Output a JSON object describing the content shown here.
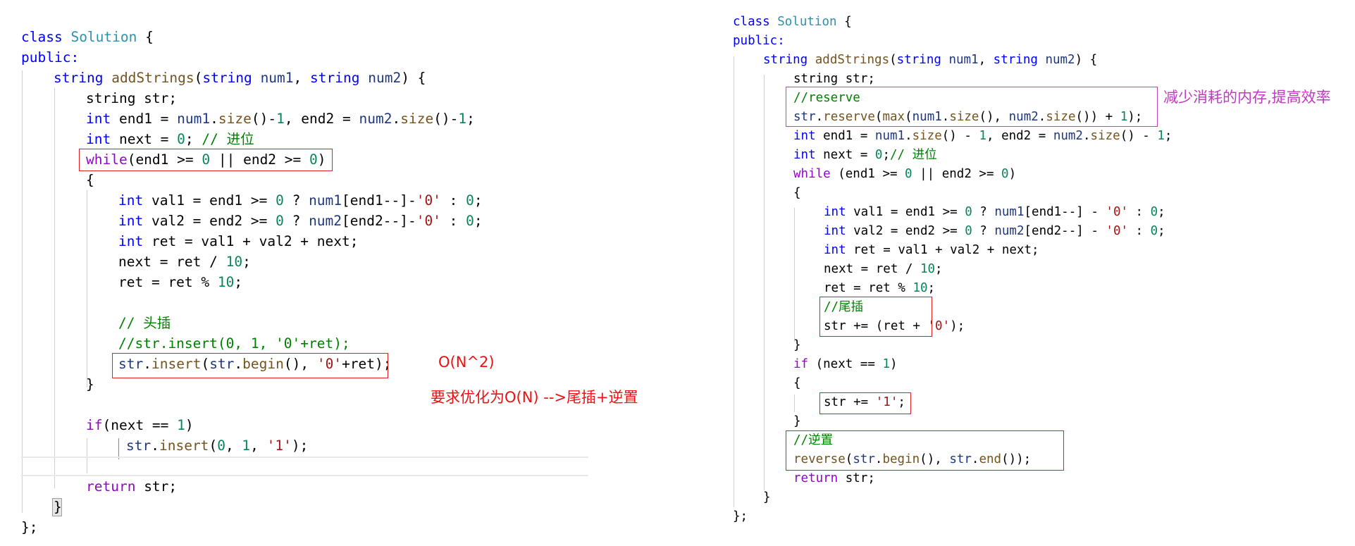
{
  "left_code": {
    "line1": {
      "kw": "class",
      "cls": "Solution",
      "rest": " {"
    },
    "line2": {
      "kw": "public:"
    },
    "line3": {
      "t1": "string",
      "fn": "addStrings",
      "p1t": "string",
      "p1": "num1",
      "p2t": "string",
      "p2": "num2",
      "rest": ") {"
    },
    "line4": {
      "text": "string str;"
    },
    "line5": {
      "kw": "int",
      "a": " end1 = ",
      "v1": "num1",
      "f1": "size",
      "b": "()-",
      "n1": "1",
      "c": ", end2 = ",
      "v2": "num2",
      "f2": "size",
      "d": "()-",
      "n2": "1",
      "e": ";"
    },
    "line6": {
      "kw": "int",
      "a": " next = ",
      "n": "0",
      "b": "; ",
      "cmt": "// 进位"
    },
    "line7": {
      "kw": "while",
      "a": "(end1 >= ",
      "n1": "0",
      "b": " || end2 >= ",
      "n2": "0",
      "c": ")"
    },
    "line8": {
      "text": "{"
    },
    "line9": {
      "kw": "int",
      "a": " val1 = end1 >= ",
      "n1": "0",
      "b": " ? ",
      "v": "num1",
      "c": "[end1--]-",
      "s": "'0'",
      "d": " : ",
      "n2": "0",
      "e": ";"
    },
    "line10": {
      "kw": "int",
      "a": " val2 = end2 >= ",
      "n1": "0",
      "b": " ? ",
      "v": "num2",
      "c": "[end2--]-",
      "s": "'0'",
      "d": " : ",
      "n2": "0",
      "e": ";"
    },
    "line11": {
      "kw": "int",
      "a": " ret = val1 + val2 + next;"
    },
    "line12": {
      "a": "next = ret / ",
      "n": "10",
      "b": ";"
    },
    "line13": {
      "a": "ret = ret % ",
      "n": "10",
      "b": ";"
    },
    "line14": {
      "cmt": "// 头插"
    },
    "line15": {
      "cmt": "//str.insert(0, 1, '0'+ret);"
    },
    "line16": {
      "v1": "str",
      "a": ".",
      "f1": "insert",
      "b": "(",
      "v2": "str",
      "c": ".",
      "f2": "begin",
      "d": "(), ",
      "s": "'0'",
      "e": "+ret);"
    },
    "line17": {
      "text": "}"
    },
    "line18": {
      "kw": "if",
      "a": "(next == ",
      "n": "1",
      "b": ")"
    },
    "line19": {
      "v": "str",
      "a": ".",
      "f": "insert",
      "b": "(",
      "n1": "0",
      "c": ", ",
      "n2": "1",
      "d": ", ",
      "s": "'1'",
      "e": ");"
    },
    "line20": {
      "kw": "return",
      "a": " str;"
    },
    "line21": {
      "text": "}"
    },
    "line22": {
      "text": "};"
    }
  },
  "right_code": {
    "line1": {
      "kw": "class",
      "cls": "Solution",
      "rest": " {"
    },
    "line2": {
      "kw": "public:"
    },
    "line3": {
      "t1": "string",
      "fn": "addStrings",
      "p1t": "string",
      "p1": "num1",
      "p2t": "string",
      "p2": "num2",
      "rest": ") {"
    },
    "line4": {
      "text": "string str;"
    },
    "line5": {
      "cmt": "//reserve"
    },
    "line6": {
      "v1": "str",
      "a": ".",
      "f1": "reserve",
      "b": "(",
      "f2": "max",
      "c": "(",
      "v2": "num1",
      "d": ".",
      "f3": "size",
      "e": "(), ",
      "v3": "num2",
      "g": ".",
      "f4": "size",
      "h": "()) + ",
      "n": "1",
      "i": ");"
    },
    "line7": {
      "kw": "int",
      "a": " end1 = ",
      "v1": "num1",
      "b": ".",
      "f1": "size",
      "c": "() - ",
      "n1": "1",
      "d": ", end2 = ",
      "v2": "num2",
      "e": ".",
      "f2": "size",
      "g": "() - ",
      "n2": "1",
      "h": ";"
    },
    "line8": {
      "kw": "int",
      "a": " next = ",
      "n": "0",
      "b": ";",
      "cmt": "// 进位"
    },
    "line9": {
      "kw": "while",
      "a": " (end1 >= ",
      "n1": "0",
      "b": " || end2 >= ",
      "n2": "0",
      "c": ")"
    },
    "line10": {
      "text": "{"
    },
    "line11": {
      "kw": "int",
      "a": " val1 = end1 >= ",
      "n1": "0",
      "b": " ? ",
      "v": "num1",
      "c": "[end1--] - ",
      "s": "'0'",
      "d": " : ",
      "n2": "0",
      "e": ";"
    },
    "line12": {
      "kw": "int",
      "a": " val2 = end2 >= ",
      "n1": "0",
      "b": " ? ",
      "v": "num2",
      "c": "[end2--] - ",
      "s": "'0'",
      "d": " : ",
      "n2": "0",
      "e": ";"
    },
    "line13": {
      "kw": "int",
      "a": " ret = val1 + val2 + next;"
    },
    "line14": {
      "a": "next = ret / ",
      "n": "10",
      "b": ";"
    },
    "line15": {
      "a": "ret = ret % ",
      "n": "10",
      "b": ";"
    },
    "line16": {
      "cmt": "//尾插"
    },
    "line17": {
      "a": "str += (ret + ",
      "s": "'0'",
      "b": ");"
    },
    "line18": {
      "text": "}"
    },
    "line19": {
      "kw": "if",
      "a": " (next == ",
      "n": "1",
      "b": ")"
    },
    "line20": {
      "text": "{"
    },
    "line21": {
      "a": "str += ",
      "s": "'1'",
      "b": ";"
    },
    "line22": {
      "text": "}"
    },
    "line23": {
      "cmt": "//逆置"
    },
    "line24": {
      "f": "reverse",
      "a": "(",
      "v1": "str",
      "b": ".",
      "f1": "begin",
      "c": "(), ",
      "v2": "str",
      "d": ".",
      "f2": "end",
      "e": "());"
    },
    "line25": {
      "kw": "return",
      "a": " str;"
    },
    "line26": {
      "text": "}"
    },
    "line27": {
      "text": "};"
    }
  },
  "annotations": {
    "complexity": "O(N^2)",
    "requirement": "要求优化为O(N)  -->尾插+逆置",
    "reserve_note": "减少消耗的内存,提高效率"
  },
  "colors": {
    "keyword": "#0000ff",
    "control": "#8f08c4",
    "type": "#2b91af",
    "function": "#74531f",
    "variable": "#1f377f",
    "number": "#098658",
    "string": "#a31515",
    "comment": "#008000",
    "box_red": "#e02020",
    "box_purple": "#c040c0"
  }
}
